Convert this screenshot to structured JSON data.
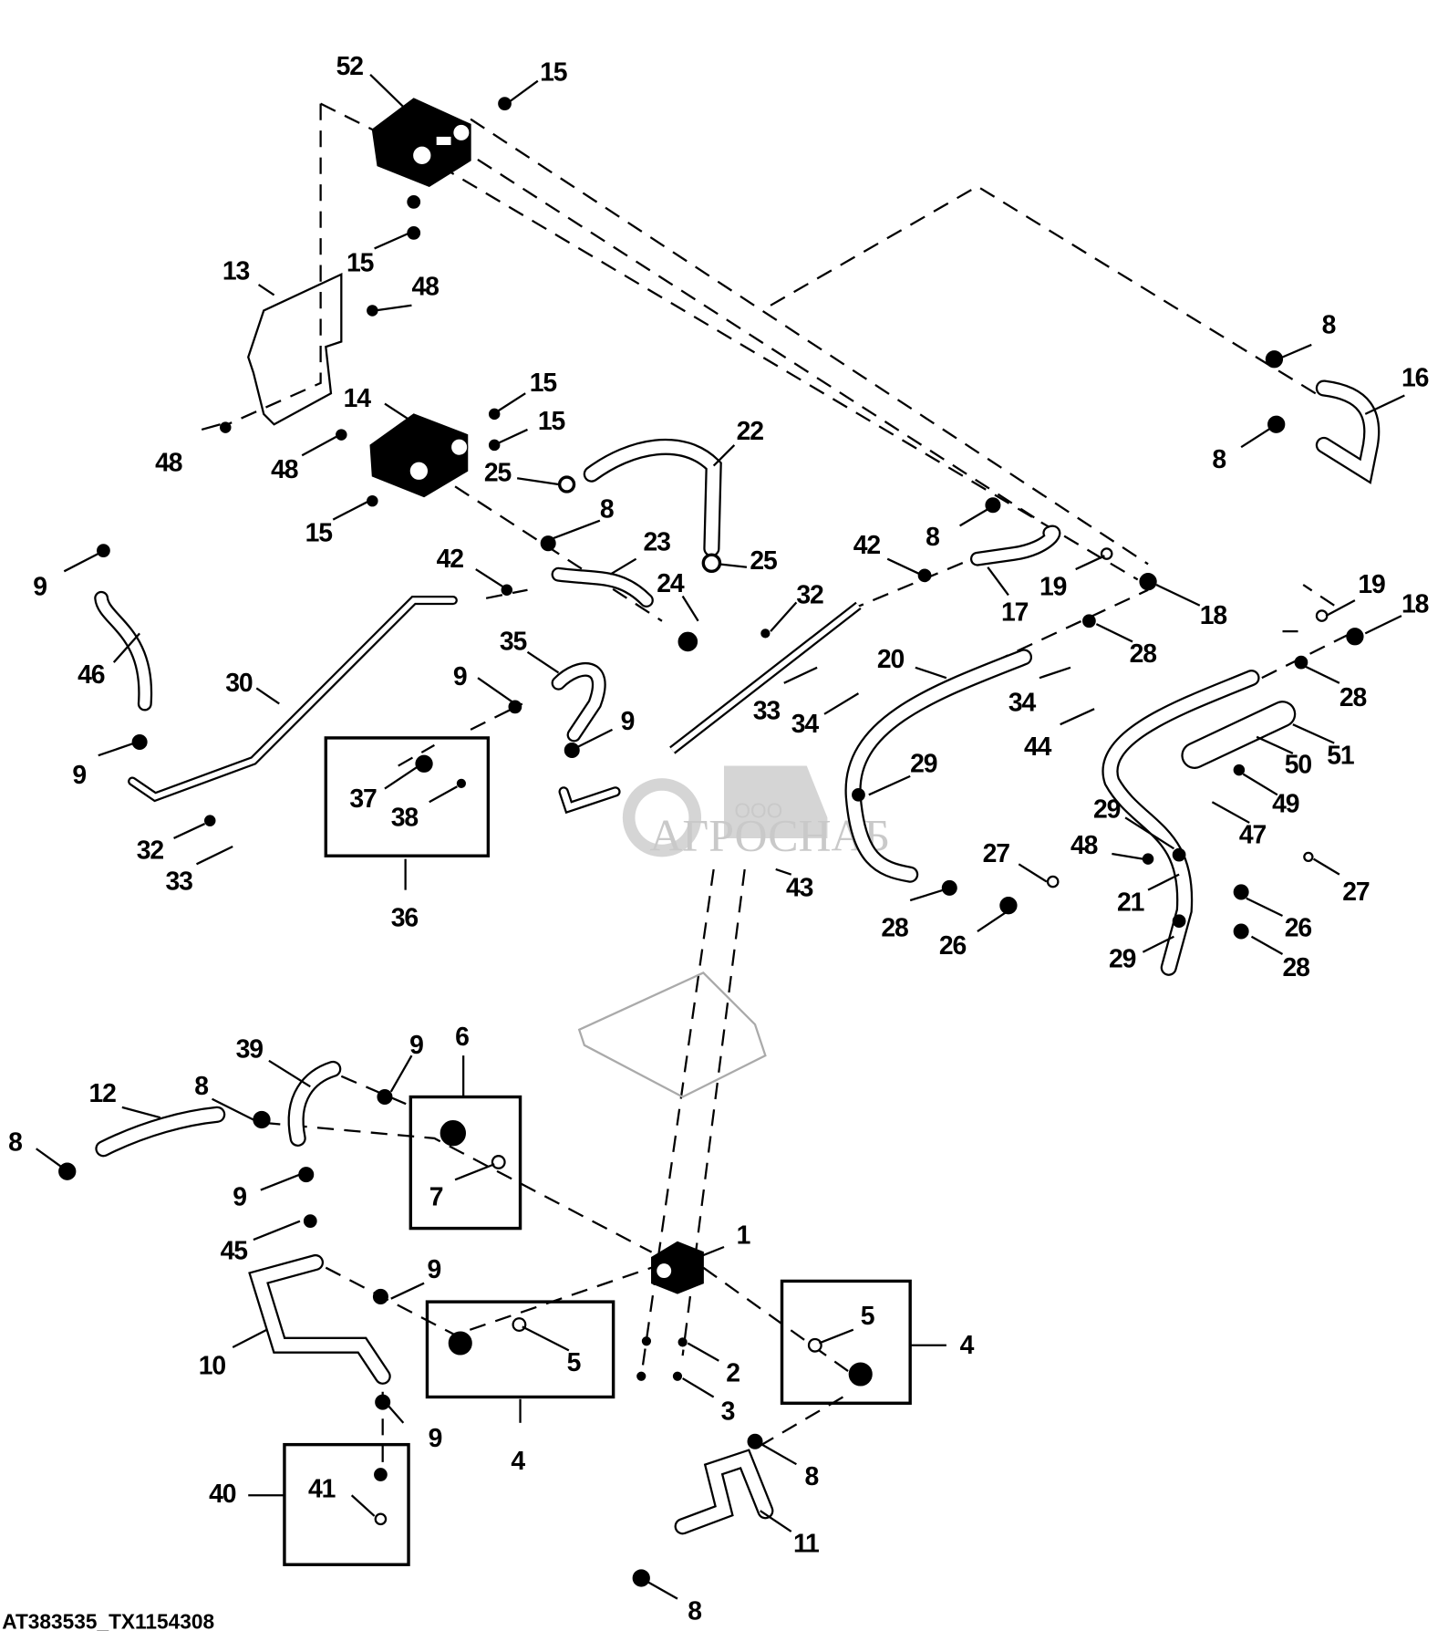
{
  "diagram": {
    "figure_id": "AT383535_TX1154308",
    "watermark": {
      "prefix": "ООО",
      "brand": "АГРОСНАБ"
    },
    "callouts": [
      {
        "id": "c52a",
        "text": "52"
      },
      {
        "id": "c15a",
        "text": "15"
      },
      {
        "id": "c15b",
        "text": "15"
      },
      {
        "id": "c13",
        "text": "13"
      },
      {
        "id": "c48a",
        "text": "48"
      },
      {
        "id": "c48b",
        "text": "48"
      },
      {
        "id": "c48c",
        "text": "48"
      },
      {
        "id": "c15c",
        "text": "15"
      },
      {
        "id": "c14",
        "text": "14"
      },
      {
        "id": "c15d",
        "text": "15"
      },
      {
        "id": "c15e",
        "text": "15"
      },
      {
        "id": "c22",
        "text": "22"
      },
      {
        "id": "c25a",
        "text": "25"
      },
      {
        "id": "c8a",
        "text": "8"
      },
      {
        "id": "c23",
        "text": "23"
      },
      {
        "id": "c25b",
        "text": "25"
      },
      {
        "id": "c24",
        "text": "24"
      },
      {
        "id": "c42a",
        "text": "42"
      },
      {
        "id": "c9a",
        "text": "9"
      },
      {
        "id": "c46",
        "text": "46"
      },
      {
        "id": "c30",
        "text": "30"
      },
      {
        "id": "c9b",
        "text": "9"
      },
      {
        "id": "c35",
        "text": "35"
      },
      {
        "id": "c9c",
        "text": "9"
      },
      {
        "id": "c9d",
        "text": "9"
      },
      {
        "id": "c37",
        "text": "37"
      },
      {
        "id": "c38",
        "text": "38"
      },
      {
        "id": "c36",
        "text": "36"
      },
      {
        "id": "c32a",
        "text": "32"
      },
      {
        "id": "c33a",
        "text": "33"
      },
      {
        "id": "c32b",
        "text": "32"
      },
      {
        "id": "c33b",
        "text": "33"
      },
      {
        "id": "c34a",
        "text": "34"
      },
      {
        "id": "c43",
        "text": "43"
      },
      {
        "id": "c8b",
        "text": "8"
      },
      {
        "id": "c42b",
        "text": "42"
      },
      {
        "id": "c17",
        "text": "17"
      },
      {
        "id": "c19a",
        "text": "19"
      },
      {
        "id": "c18a",
        "text": "18"
      },
      {
        "id": "c28a",
        "text": "28"
      },
      {
        "id": "c20",
        "text": "20"
      },
      {
        "id": "c29a",
        "text": "29"
      },
      {
        "id": "c34b",
        "text": "34"
      },
      {
        "id": "c44",
        "text": "44"
      },
      {
        "id": "c27a",
        "text": "27"
      },
      {
        "id": "c28b",
        "text": "28"
      },
      {
        "id": "c26a",
        "text": "26"
      },
      {
        "id": "c8c",
        "text": "8"
      },
      {
        "id": "c16",
        "text": "16"
      },
      {
        "id": "c8d",
        "text": "8"
      },
      {
        "id": "c19b",
        "text": "19"
      },
      {
        "id": "c18b",
        "text": "18"
      },
      {
        "id": "c28c",
        "text": "28"
      },
      {
        "id": "c50",
        "text": "50"
      },
      {
        "id": "c51",
        "text": "51"
      },
      {
        "id": "c49",
        "text": "49"
      },
      {
        "id": "c29b",
        "text": "29"
      },
      {
        "id": "c48d",
        "text": "48"
      },
      {
        "id": "c47",
        "text": "47"
      },
      {
        "id": "c21",
        "text": "21"
      },
      {
        "id": "c27b",
        "text": "27"
      },
      {
        "id": "c26b",
        "text": "26"
      },
      {
        "id": "c29c",
        "text": "29"
      },
      {
        "id": "c28d",
        "text": "28"
      },
      {
        "id": "c39",
        "text": "39"
      },
      {
        "id": "c9e",
        "text": "9"
      },
      {
        "id": "c6",
        "text": "6"
      },
      {
        "id": "c12",
        "text": "12"
      },
      {
        "id": "c8e",
        "text": "8"
      },
      {
        "id": "c8f",
        "text": "8"
      },
      {
        "id": "c7",
        "text": "7"
      },
      {
        "id": "c9f",
        "text": "9"
      },
      {
        "id": "c45",
        "text": "45"
      },
      {
        "id": "c1",
        "text": "1"
      },
      {
        "id": "c9g",
        "text": "9"
      },
      {
        "id": "c10",
        "text": "10"
      },
      {
        "id": "c5a",
        "text": "5"
      },
      {
        "id": "c4a",
        "text": "4"
      },
      {
        "id": "c2",
        "text": "2"
      },
      {
        "id": "c3",
        "text": "3"
      },
      {
        "id": "c5b",
        "text": "5"
      },
      {
        "id": "c4b",
        "text": "4"
      },
      {
        "id": "c9h",
        "text": "9"
      },
      {
        "id": "c40",
        "text": "40"
      },
      {
        "id": "c41",
        "text": "41"
      },
      {
        "id": "c8g",
        "text": "8"
      },
      {
        "id": "c11",
        "text": "11"
      },
      {
        "id": "c8h",
        "text": "8"
      }
    ]
  }
}
